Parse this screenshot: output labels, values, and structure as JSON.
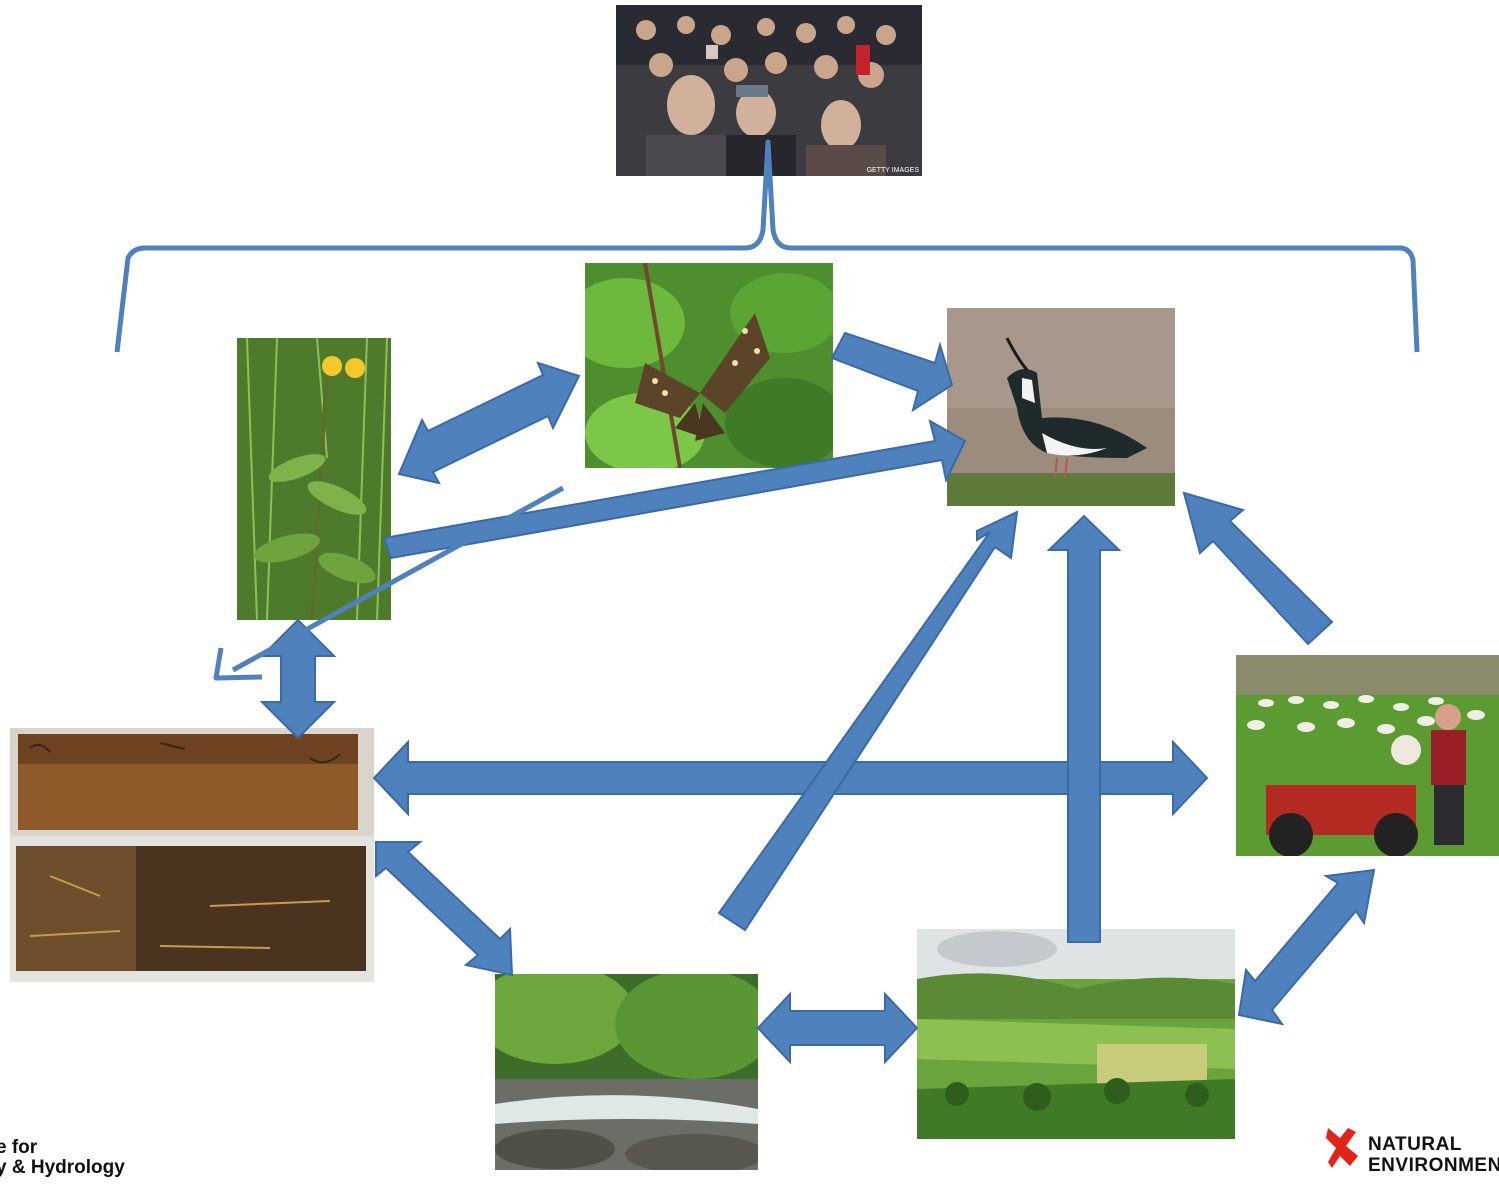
{
  "photos": {
    "people": {
      "watermark": "GETTY IMAGES"
    }
  },
  "logos": {
    "left_line1": "e for",
    "left_line2": "y & Hydrology",
    "right_line1": "NATURAL",
    "right_line2": "ENVIRONMENT"
  },
  "colors": {
    "arrow": "#4f81bd",
    "arrow_stroke": "#3a6aa8",
    "brace": "#4f81bd",
    "logo_red": "#e2231a"
  }
}
